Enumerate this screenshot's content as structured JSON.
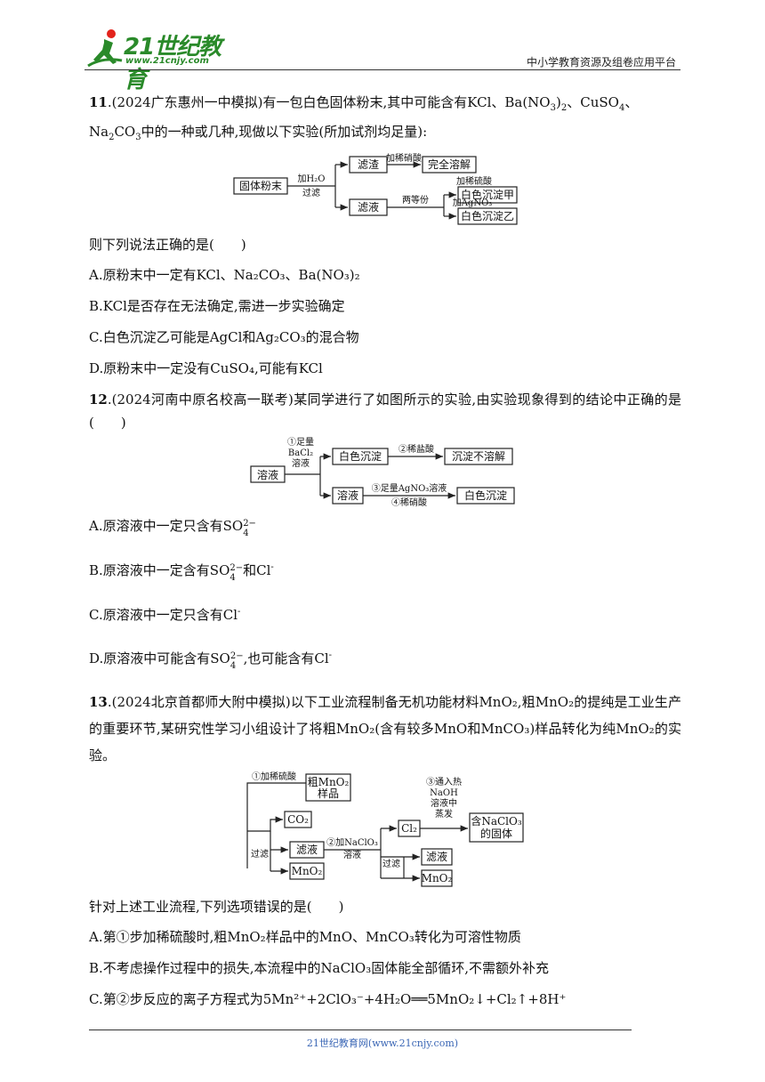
{
  "header": {
    "logo_text": "21世纪教育",
    "logo_sub": "www.21cnjy.com",
    "platform": "中小学教育资源及组卷应用平台"
  },
  "q11": {
    "num": "11",
    "stem_a": ".(2024广东惠州一中模拟)有一包白色固体粉末,其中可能含有KCl、Ba(NO",
    "stem_b": ")",
    "stem_c": "、CuSO",
    "stem_d": "、",
    "stem_e": "Na",
    "stem_f": "CO",
    "stem_g": "中的一种或几种,现做以下实验(所加试剂均足量):",
    "flow": {
      "solid": "固体粉末",
      "add_water": "加H₂O",
      "filter": "过滤",
      "residue": "滤渣",
      "add_hno3": "加稀硝酸",
      "dissolve": "完全溶解",
      "filtrate": "滤液",
      "two_parts": "两等份",
      "add_h2so4": "加稀硫酸",
      "ppt_a": "白色沉淀甲",
      "add_agno3": "加AgNO₃",
      "ppt_b": "白色沉淀乙"
    },
    "ask": "则下列说法正确的是(　　)",
    "options": {
      "A": "A.原粉末中一定有KCl、Na₂CO₃、Ba(NO₃)₂",
      "B": "B.KCl是否存在无法确定,需进一步实验确定",
      "C": "C.白色沉淀乙可能是AgCl和Ag₂CO₃的混合物",
      "D": "D.原粉末中一定没有CuSO₄,可能有KCl"
    }
  },
  "q12": {
    "num": "12",
    "stem": ".(2024河南中原名校高一联考)某同学进行了如图所示的实验,由实验现象得到的结论中正确的是(　　)",
    "flow": {
      "solution": "溶液",
      "step1": "①足量",
      "bacl2": "BaCl₂",
      "soln_word": "溶液",
      "white_ppt": "白色沉淀",
      "step2": "②稀盐酸",
      "insoluble": "沉淀不溶解",
      "filtrate": "溶液",
      "step3": "③足量AgNO₃溶液",
      "step4": "④稀硝酸",
      "white_ppt2": "白色沉淀"
    },
    "options": {
      "A": "A.原溶液中一定只含有SO",
      "B_a": "B.原溶液中一定含有SO",
      "B_b": "和Cl",
      "C": "C.原溶液中一定只含有Cl",
      "D_a": "D.原溶液中可能含有SO",
      "D_b": ",也可能含有Cl"
    },
    "ion_num": "4",
    "ion_charge": "2−",
    "minus": "-"
  },
  "q13": {
    "num": "13",
    "stem": ".(2024北京首都师大附中模拟)以下工业流程制备无机功能材料MnO₂,粗MnO₂的提纯是工业生产的重要环节,某研究性学习小组设计了将粗MnO₂(含有较多MnO和MnCO₃)样品转化为纯MnO₂的实验。",
    "flow": {
      "step1": "①加稀硫酸",
      "sample_a": "粗MnO₂",
      "sample_b": "样品",
      "co2": "CO₂",
      "filter": "过滤",
      "filtrate": "滤液",
      "mno2": "MnO₂",
      "step2": "②加NaClO₃",
      "soln": "溶液",
      "cl2": "Cl₂",
      "step3_a": "③通入热",
      "step3_b": "NaOH",
      "step3_c": "溶液中",
      "step3_d": "蒸发",
      "product_a": "含NaClO₃",
      "product_b": "的固体",
      "filter2": "过滤",
      "filtrate2": "滤液",
      "mno2_b": "MnO₂"
    },
    "ask": "针对上述工业流程,下列选项错误的是(　　)",
    "options": {
      "A": "A.第①步加稀硫酸时,粗MnO₂样品中的MnO、MnCO₃转化为可溶性物质",
      "B": "B.不考虑操作过程中的损失,本流程中的NaClO₃固体能全部循环,不需额外补充",
      "C": "C.第②步反应的离子方程式为5Mn²⁺+2ClO₃⁻+4H₂O══5MnO₂↓+Cl₂↑+8H⁺"
    }
  },
  "footer": "21世纪教育网(www.21cnjy.com)"
}
